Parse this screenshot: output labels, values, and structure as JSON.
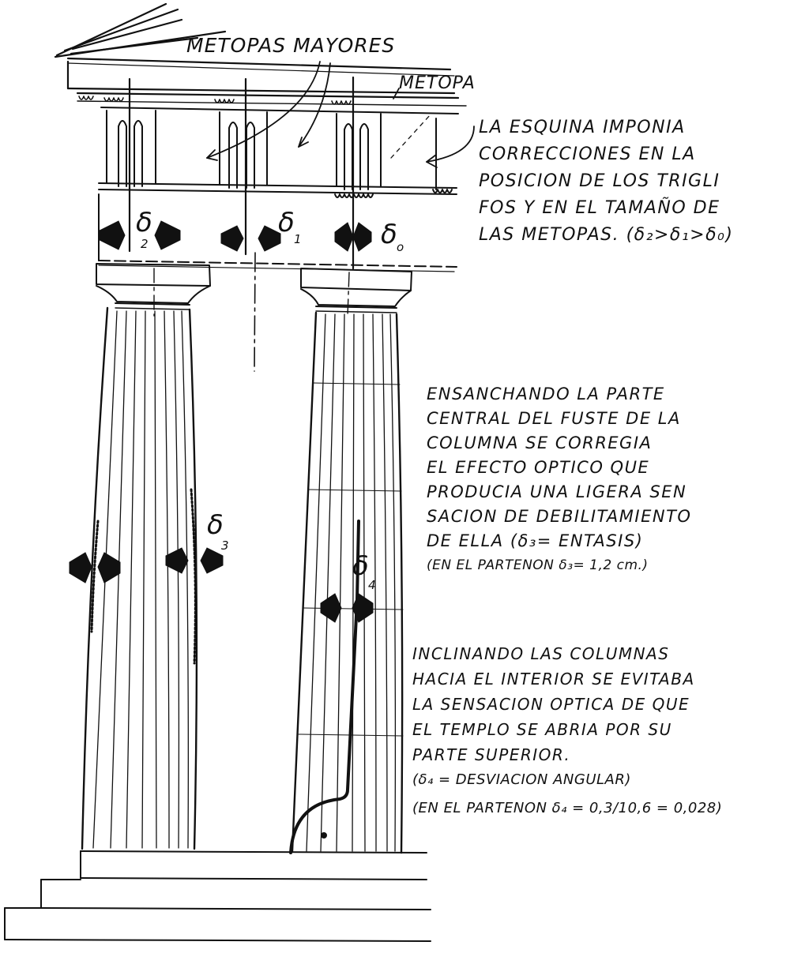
{
  "labels": {
    "metopas_mayores": "METOPAS MAYORES",
    "metopa": "METOPA",
    "delta2": "δ",
    "delta2_sub": "2",
    "delta1": "δ",
    "delta1_sub": "1",
    "delta0": "δ",
    "delta0_sub": "o",
    "delta3": "δ",
    "delta3_sub": "3",
    "delta4": "δ",
    "delta4_sub": "4"
  },
  "notes": {
    "triglyphs": [
      "LA ESQUINA IMPONIA",
      "CORRECCIONES EN LA",
      "POSICION DE LOS TRIGLI",
      "FOS Y EN EL TAMAÑO DE",
      "LAS METOPAS. (δ₂>δ₁>δ₀)"
    ],
    "entasis": [
      "ENSANCHANDO LA PARTE",
      "CENTRAL DEL FUSTE DE LA",
      "COLUMNA SE CORREGIA",
      "EL EFECTO OPTICO QUE",
      "PRODUCIA UNA LIGERA SEN",
      "SACION DE DEBILITAMIENTO",
      "DE ELLA (δ₃= ENTASIS)"
    ],
    "entasis_note": "(EN EL PARTENON δ₃= 1,2 cm.)",
    "inclination": [
      "INCLINANDO LAS COLUMNAS",
      "HACIA EL INTERIOR SE EVITABA",
      "LA SENSACION OPTICA DE QUE",
      "EL TEMPLO SE ABRIA POR SU",
      "PARTE SUPERIOR.",
      "(δ₄ = DESVIACION ANGULAR)"
    ],
    "inclination_note": "(EN EL PARTENON  δ₄ = 0,3/10,6 = 0,028)"
  },
  "colors": {
    "ink": "#111111",
    "paper": "#ffffff"
  }
}
